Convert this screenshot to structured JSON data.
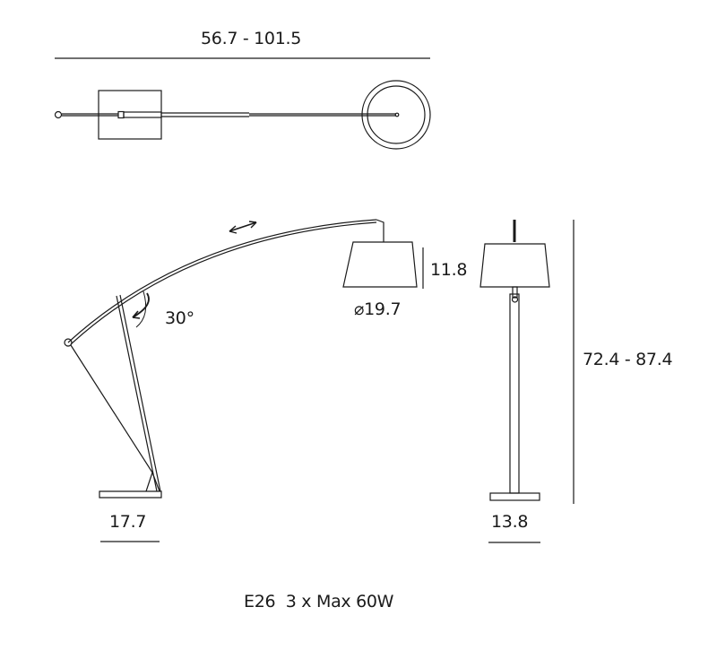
{
  "dimensions": {
    "top_width": "56.7 - 101.5",
    "shade_height": "11.8",
    "shade_diameter": "⌀19.7",
    "tilt_angle": "30°",
    "total_height": "72.4 - 87.4",
    "base_side_width": "17.7",
    "base_front_width": "13.8"
  },
  "spec": {
    "bulb": "E26  3 x Max 60W"
  },
  "colors": {
    "line": "#1a1a1a",
    "background": "#ffffff"
  }
}
